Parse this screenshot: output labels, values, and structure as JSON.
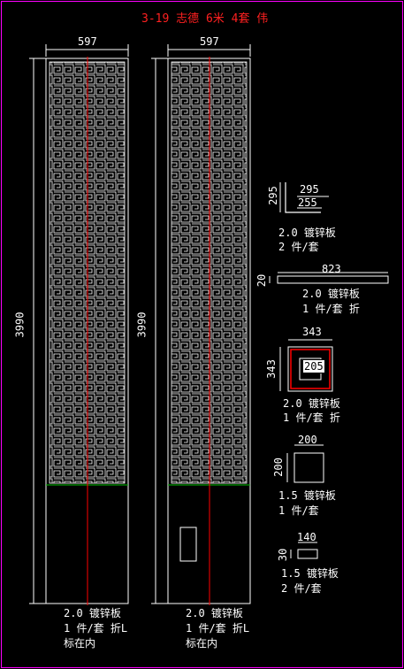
{
  "title": "3-19 志德 6米 4套 伟",
  "colors": {
    "frame": "#ff00ff",
    "title": "#ff2020",
    "line": "#ffffff",
    "center": "#ff0000",
    "divider": "#00c000"
  },
  "panel_left": {
    "width_dim": "597",
    "height_dim": "3990",
    "notes": [
      "2.0 镀锌板",
      "1 件/套 折L",
      "标在内"
    ]
  },
  "panel_right": {
    "width_dim": "597",
    "height_dim": "3990",
    "notes": [
      "2.0 镀锌板",
      "1 件/套 折L",
      "标在内"
    ]
  },
  "parts": [
    {
      "dims": [
        "295",
        "255",
        "295"
      ],
      "notes": [
        "2.0 镀锌板",
        "2 件/套"
      ]
    },
    {
      "dims": [
        "823",
        "20"
      ],
      "notes": [
        "2.0 镀锌板",
        "1 件/套 折"
      ]
    },
    {
      "dims": [
        "343",
        "343",
        "205"
      ],
      "notes": [
        "2.0 镀锌板",
        "1 件/套 折"
      ]
    },
    {
      "dims": [
        "200",
        "200"
      ],
      "notes": [
        "1.5 镀锌板",
        "1 件/套"
      ]
    },
    {
      "dims": [
        "140",
        "30"
      ],
      "notes": [
        "1.5 镀锌板",
        "2 件/套"
      ]
    }
  ]
}
